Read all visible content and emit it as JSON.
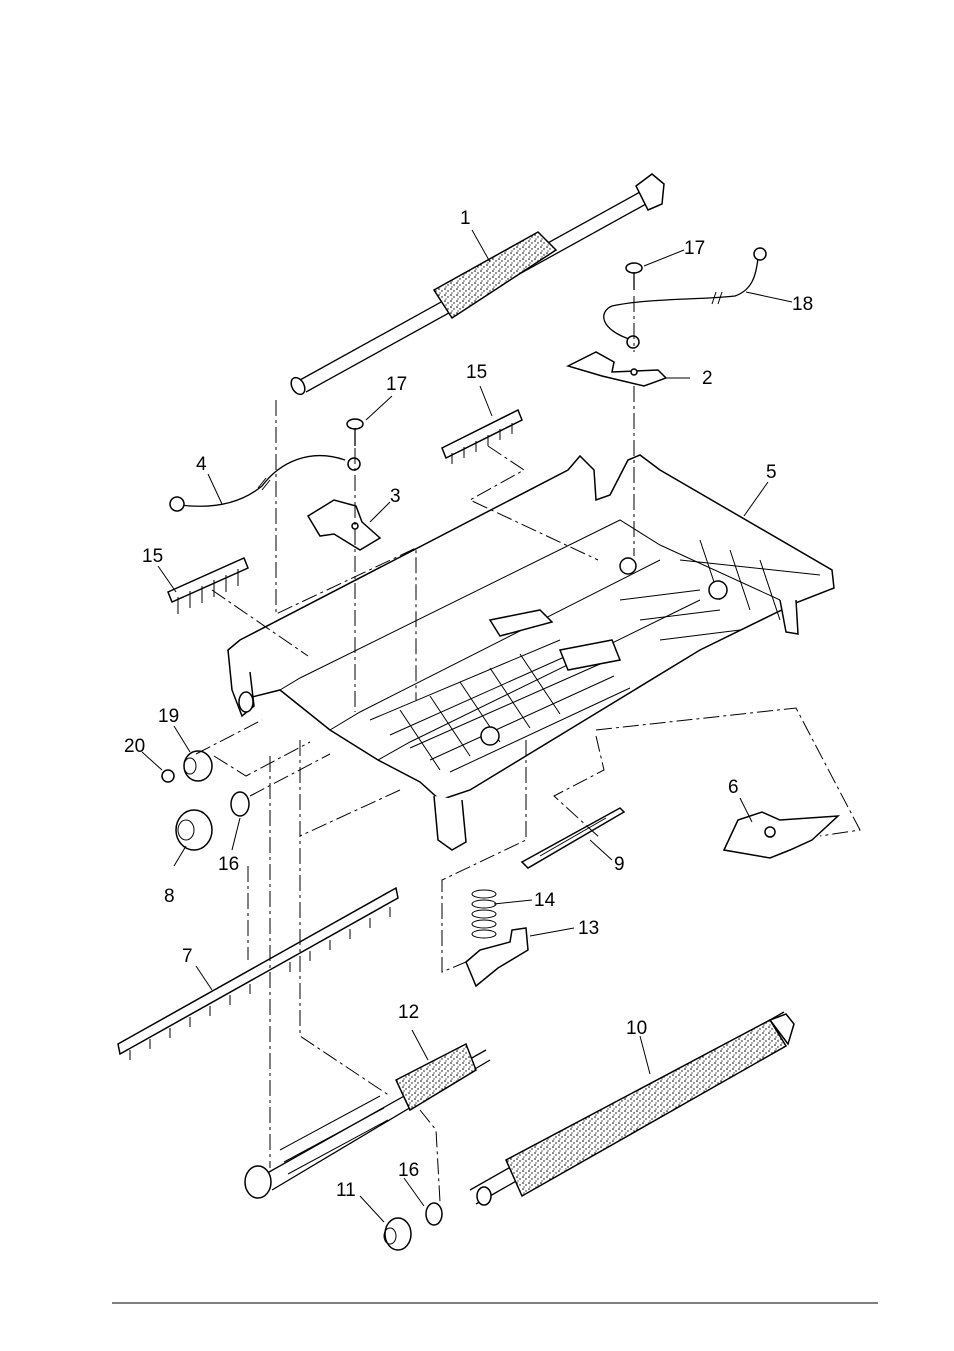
{
  "diagram": {
    "callouts": [
      {
        "id": "c1",
        "text": "1"
      },
      {
        "id": "c2",
        "text": "2"
      },
      {
        "id": "c3",
        "text": "3"
      },
      {
        "id": "c4",
        "text": "4"
      },
      {
        "id": "c5",
        "text": "5"
      },
      {
        "id": "c6",
        "text": "6"
      },
      {
        "id": "c7",
        "text": "7"
      },
      {
        "id": "c8",
        "text": "8"
      },
      {
        "id": "c9",
        "text": "9"
      },
      {
        "id": "c10",
        "text": "10"
      },
      {
        "id": "c11",
        "text": "11"
      },
      {
        "id": "c12",
        "text": "12"
      },
      {
        "id": "c13",
        "text": "13"
      },
      {
        "id": "c14",
        "text": "14"
      },
      {
        "id": "c15a",
        "text": "15"
      },
      {
        "id": "c15b",
        "text": "15"
      },
      {
        "id": "c16a",
        "text": "16"
      },
      {
        "id": "c16b",
        "text": "16"
      },
      {
        "id": "c17a",
        "text": "17"
      },
      {
        "id": "c17b",
        "text": "17"
      },
      {
        "id": "c18",
        "text": "18"
      },
      {
        "id": "c19",
        "text": "19"
      },
      {
        "id": "c20",
        "text": "20"
      }
    ]
  }
}
